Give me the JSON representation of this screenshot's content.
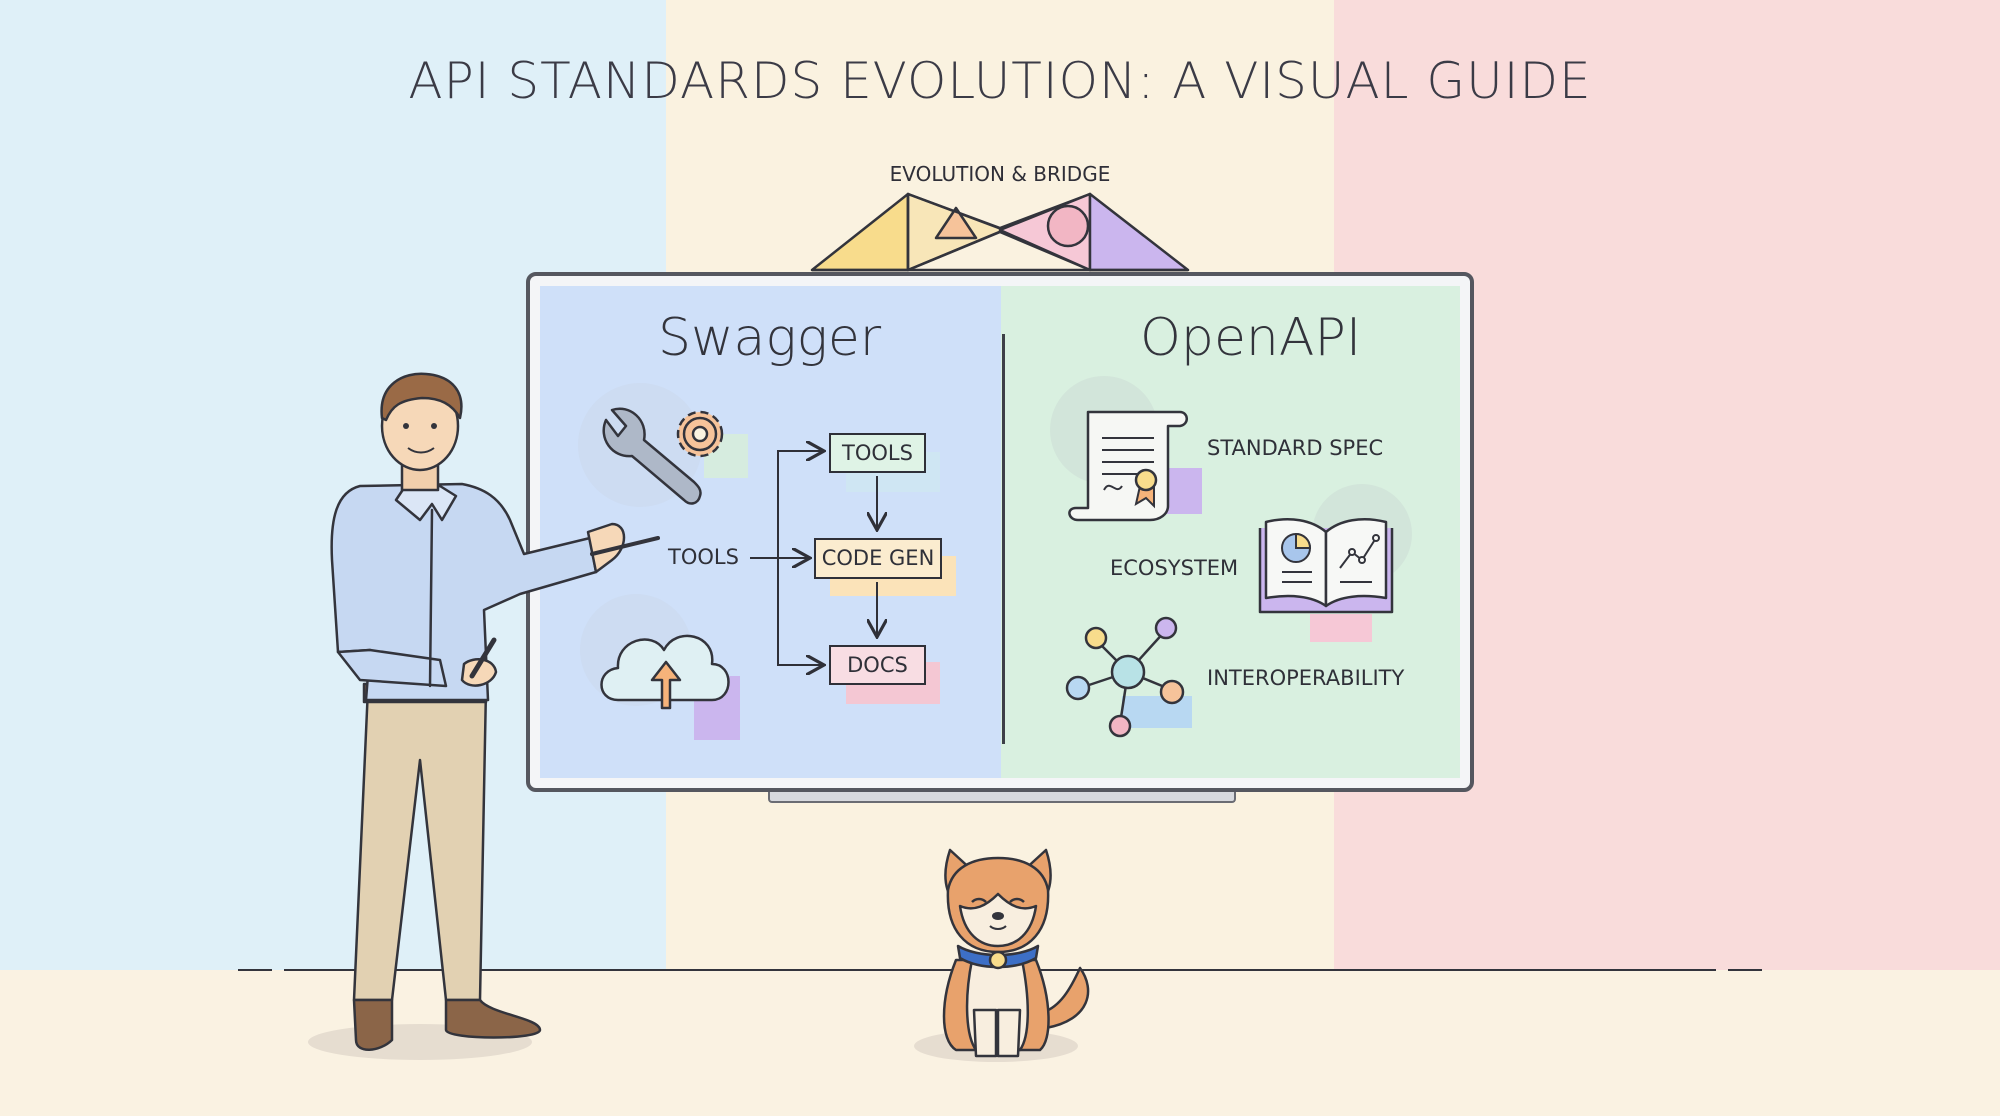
{
  "title": "API STANDARDS EVOLUTION: A VISUAL GUIDE",
  "bridge_label": "EVOLUTION & BRIDGE",
  "swagger": {
    "title": "Swagger",
    "entry_label": "TOOLS",
    "flow": [
      "TOOLS",
      "CODE GEN",
      "DOCS"
    ]
  },
  "openapi": {
    "title": "OpenAPI",
    "labels": {
      "standard_spec": "STANDARD SPEC",
      "ecosystem": "ECOSYSTEM",
      "interoperability": "INTEROPERABILITY"
    }
  },
  "colors": {
    "background_left": "#dff0f8",
    "background_middle": "#faf2e0",
    "background_right": "#f9dcdb",
    "swagger_panel": "#cfe0f9",
    "openapi_panel": "#d9f0e0",
    "accent_yellow": "#f8dc8c",
    "accent_orange": "#f6c39a",
    "accent_purple": "#cbb6ee",
    "accent_pink": "#f2b6c4"
  },
  "icons": {
    "swagger": [
      "wrench-icon",
      "gear-icon",
      "cloud-upload-icon"
    ],
    "openapi": [
      "certificate-scroll-icon",
      "open-book-chart-icon",
      "network-nodes-icon"
    ],
    "bridge": "triangle-bridge-icon"
  },
  "characters": [
    "presenter-man",
    "shiba-dog"
  ]
}
